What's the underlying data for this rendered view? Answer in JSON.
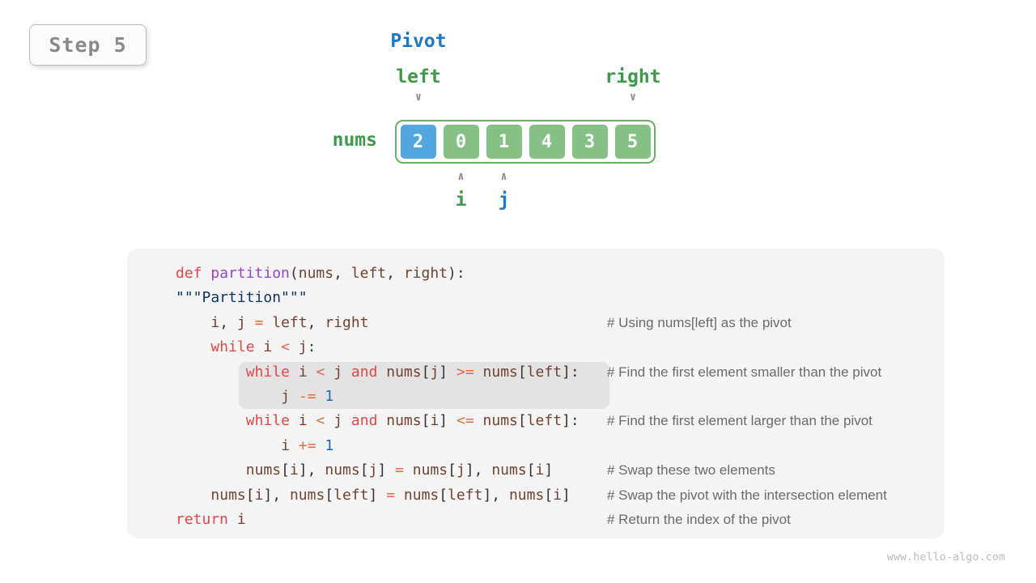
{
  "header": {
    "step_label": "Step 5"
  },
  "footer": {
    "watermark": "www.hello-algo.com"
  },
  "colors": {
    "blue": "#1c78c8",
    "green": "#3d9a4a",
    "cell_green": "#85c185",
    "cell_blue": "#52a7e0",
    "array_border": "#6fad68",
    "arrow_gray": "#8f8f8f",
    "code_bg": "#f4f4f4",
    "highlight_bg": "#e3e3e3",
    "tok_kw": "#e2484b",
    "tok_op": "#e76a45",
    "tok_fn": "#9348bf",
    "tok_num": "#1769c9",
    "tok_str": "#11335e",
    "tok_var": "#6e4434",
    "tok_pl": "#3a3530"
  },
  "diagram": {
    "pivot_label": "Pivot",
    "left_label": "left",
    "right_label": "right",
    "nums_label": "nums",
    "cells": [
      {
        "value": "2",
        "role": "pivot"
      },
      {
        "value": "0",
        "role": "default"
      },
      {
        "value": "1",
        "role": "default"
      },
      {
        "value": "4",
        "role": "default"
      },
      {
        "value": "3",
        "role": "default"
      },
      {
        "value": "5",
        "role": "default"
      }
    ],
    "pointers": {
      "i": {
        "label": "i",
        "index": 1,
        "color": "green"
      },
      "j": {
        "label": "j",
        "index": 2,
        "color": "blue"
      }
    }
  },
  "code": {
    "lines": [
      {
        "indent": 0,
        "highlight": false,
        "comment": "",
        "tokens": [
          [
            "kw",
            "def"
          ],
          [
            "pl",
            " "
          ],
          [
            "fn",
            "partition"
          ],
          [
            "pl",
            "("
          ],
          [
            "var",
            "nums"
          ],
          [
            "pl",
            ", "
          ],
          [
            "var",
            "left"
          ],
          [
            "pl",
            ", "
          ],
          [
            "var",
            "right"
          ],
          [
            "pl",
            "):"
          ]
        ]
      },
      {
        "indent": 0,
        "highlight": false,
        "comment": "",
        "tokens": [
          [
            "str",
            "\"\"\"Partition\"\"\""
          ]
        ]
      },
      {
        "indent": 1,
        "highlight": false,
        "comment": "# Using nums[left] as the pivot",
        "tokens": [
          [
            "var",
            "i"
          ],
          [
            "pl",
            ", "
          ],
          [
            "var",
            "j"
          ],
          [
            "pl",
            " "
          ],
          [
            "op",
            "="
          ],
          [
            "pl",
            " "
          ],
          [
            "var",
            "left"
          ],
          [
            "pl",
            ", "
          ],
          [
            "var",
            "right"
          ]
        ]
      },
      {
        "indent": 1,
        "highlight": false,
        "comment": "",
        "tokens": [
          [
            "kw",
            "while"
          ],
          [
            "pl",
            " "
          ],
          [
            "var",
            "i"
          ],
          [
            "pl",
            " "
          ],
          [
            "op",
            "<"
          ],
          [
            "pl",
            " "
          ],
          [
            "var",
            "j"
          ],
          [
            "pl",
            ":"
          ]
        ]
      },
      {
        "indent": 2,
        "highlight": true,
        "comment": "# Find the first element smaller than the pivot",
        "tokens": [
          [
            "kw",
            "while"
          ],
          [
            "pl",
            " "
          ],
          [
            "var",
            "i"
          ],
          [
            "pl",
            " "
          ],
          [
            "op",
            "<"
          ],
          [
            "pl",
            " "
          ],
          [
            "var",
            "j"
          ],
          [
            "pl",
            " "
          ],
          [
            "kw",
            "and"
          ],
          [
            "pl",
            " "
          ],
          [
            "var",
            "nums"
          ],
          [
            "pl",
            "["
          ],
          [
            "var",
            "j"
          ],
          [
            "pl",
            "] "
          ],
          [
            "op",
            ">="
          ],
          [
            "pl",
            " "
          ],
          [
            "var",
            "nums"
          ],
          [
            "pl",
            "["
          ],
          [
            "var",
            "left"
          ],
          [
            "pl",
            "]:"
          ]
        ]
      },
      {
        "indent": 3,
        "highlight": true,
        "comment": "",
        "tokens": [
          [
            "var",
            "j"
          ],
          [
            "pl",
            " "
          ],
          [
            "op",
            "-="
          ],
          [
            "pl",
            " "
          ],
          [
            "num",
            "1"
          ]
        ]
      },
      {
        "indent": 2,
        "highlight": false,
        "comment": "# Find the first element larger than the pivot",
        "tokens": [
          [
            "kw",
            "while"
          ],
          [
            "pl",
            " "
          ],
          [
            "var",
            "i"
          ],
          [
            "pl",
            " "
          ],
          [
            "op",
            "<"
          ],
          [
            "pl",
            " "
          ],
          [
            "var",
            "j"
          ],
          [
            "pl",
            " "
          ],
          [
            "kw",
            "and"
          ],
          [
            "pl",
            " "
          ],
          [
            "var",
            "nums"
          ],
          [
            "pl",
            "["
          ],
          [
            "var",
            "i"
          ],
          [
            "pl",
            "] "
          ],
          [
            "op",
            "<="
          ],
          [
            "pl",
            " "
          ],
          [
            "var",
            "nums"
          ],
          [
            "pl",
            "["
          ],
          [
            "var",
            "left"
          ],
          [
            "pl",
            "]:"
          ]
        ]
      },
      {
        "indent": 3,
        "highlight": false,
        "comment": "",
        "tokens": [
          [
            "var",
            "i"
          ],
          [
            "pl",
            " "
          ],
          [
            "op",
            "+="
          ],
          [
            "pl",
            " "
          ],
          [
            "num",
            "1"
          ]
        ]
      },
      {
        "indent": 2,
        "highlight": false,
        "comment": "# Swap these two elements",
        "tokens": [
          [
            "var",
            "nums"
          ],
          [
            "pl",
            "["
          ],
          [
            "var",
            "i"
          ],
          [
            "pl",
            "], "
          ],
          [
            "var",
            "nums"
          ],
          [
            "pl",
            "["
          ],
          [
            "var",
            "j"
          ],
          [
            "pl",
            "] "
          ],
          [
            "op",
            "="
          ],
          [
            "pl",
            " "
          ],
          [
            "var",
            "nums"
          ],
          [
            "pl",
            "["
          ],
          [
            "var",
            "j"
          ],
          [
            "pl",
            "], "
          ],
          [
            "var",
            "nums"
          ],
          [
            "pl",
            "["
          ],
          [
            "var",
            "i"
          ],
          [
            "pl",
            "]"
          ]
        ]
      },
      {
        "indent": 1,
        "highlight": false,
        "comment": "# Swap the pivot with the intersection element",
        "tokens": [
          [
            "var",
            "nums"
          ],
          [
            "pl",
            "["
          ],
          [
            "var",
            "i"
          ],
          [
            "pl",
            "], "
          ],
          [
            "var",
            "nums"
          ],
          [
            "pl",
            "["
          ],
          [
            "var",
            "left"
          ],
          [
            "pl",
            "] "
          ],
          [
            "op",
            "="
          ],
          [
            "pl",
            " "
          ],
          [
            "var",
            "nums"
          ],
          [
            "pl",
            "["
          ],
          [
            "var",
            "left"
          ],
          [
            "pl",
            "], "
          ],
          [
            "var",
            "nums"
          ],
          [
            "pl",
            "["
          ],
          [
            "var",
            "i"
          ],
          [
            "pl",
            "]"
          ]
        ]
      },
      {
        "indent": 0,
        "highlight": false,
        "comment": "# Return the index of the pivot",
        "tokens": [
          [
            "kw",
            "return"
          ],
          [
            "pl",
            " "
          ],
          [
            "var",
            "i"
          ]
        ]
      }
    ]
  }
}
